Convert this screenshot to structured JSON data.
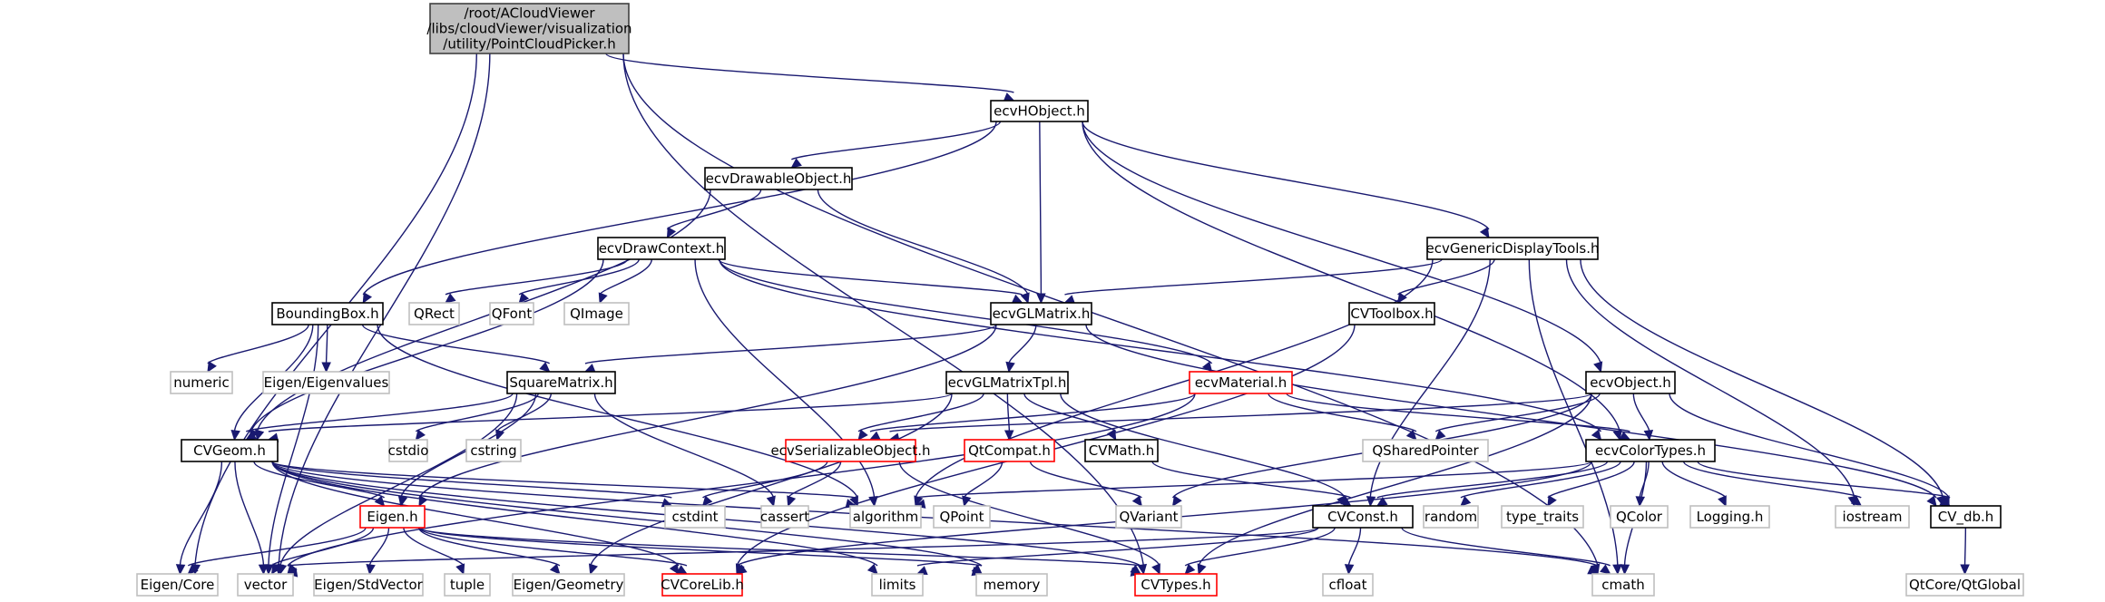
{
  "title": "Include dependency graph for PointCloudPicker.h",
  "colors": {
    "edge": "#191970",
    "root_fill": "#bfbfbf",
    "root_border": "#404040",
    "documented_border": "#000000",
    "undocumented_border": "#ff0000",
    "system_border": "#bfbfbf"
  },
  "nodes": [
    {
      "id": "root",
      "label": [
        "/root/ACloudViewer",
        "/libs/cloudViewer/visualization",
        "/utility/PointCloudPicker.h"
      ],
      "kind": "root"
    },
    {
      "id": "ecvHObject",
      "label": [
        "ecvHObject.h"
      ],
      "kind": "doc"
    },
    {
      "id": "ecvDrawableObject",
      "label": [
        "ecvDrawableObject.h"
      ],
      "kind": "doc"
    },
    {
      "id": "ecvDrawContext",
      "label": [
        "ecvDrawContext.h"
      ],
      "kind": "doc"
    },
    {
      "id": "ecvGenericDisplayTools",
      "label": [
        "ecvGenericDisplayTools.h"
      ],
      "kind": "doc"
    },
    {
      "id": "BoundingBox",
      "label": [
        "BoundingBox.h"
      ],
      "kind": "doc"
    },
    {
      "id": "QRect",
      "label": [
        "QRect"
      ],
      "kind": "sys"
    },
    {
      "id": "QFont",
      "label": [
        "QFont"
      ],
      "kind": "sys"
    },
    {
      "id": "QImage",
      "label": [
        "QImage"
      ],
      "kind": "sys"
    },
    {
      "id": "ecvGLMatrix",
      "label": [
        "ecvGLMatrix.h"
      ],
      "kind": "doc"
    },
    {
      "id": "CVToolbox",
      "label": [
        "CVToolbox.h"
      ],
      "kind": "doc"
    },
    {
      "id": "numeric",
      "label": [
        "numeric"
      ],
      "kind": "sys"
    },
    {
      "id": "EigenEigenvalues",
      "label": [
        "Eigen/Eigenvalues"
      ],
      "kind": "sys"
    },
    {
      "id": "SquareMatrix",
      "label": [
        "SquareMatrix.h"
      ],
      "kind": "doc"
    },
    {
      "id": "ecvGLMatrixTpl",
      "label": [
        "ecvGLMatrixTpl.h"
      ],
      "kind": "doc"
    },
    {
      "id": "ecvMaterial",
      "label": [
        "ecvMaterial.h"
      ],
      "kind": "red"
    },
    {
      "id": "ecvObject",
      "label": [
        "ecvObject.h"
      ],
      "kind": "doc"
    },
    {
      "id": "CVGeom",
      "label": [
        "CVGeom.h"
      ],
      "kind": "doc"
    },
    {
      "id": "cstdio",
      "label": [
        "cstdio"
      ],
      "kind": "sys"
    },
    {
      "id": "cstring",
      "label": [
        "cstring"
      ],
      "kind": "sys"
    },
    {
      "id": "ecvSerializableObject",
      "label": [
        "ecvSerializableObject.h"
      ],
      "kind": "red"
    },
    {
      "id": "QtCompat",
      "label": [
        "QtCompat.h"
      ],
      "kind": "red"
    },
    {
      "id": "CVMath",
      "label": [
        "CVMath.h"
      ],
      "kind": "doc"
    },
    {
      "id": "QSharedPointer",
      "label": [
        "QSharedPointer"
      ],
      "kind": "sys"
    },
    {
      "id": "ecvColorTypes",
      "label": [
        "ecvColorTypes.h"
      ],
      "kind": "doc"
    },
    {
      "id": "EigenH",
      "label": [
        "Eigen.h"
      ],
      "kind": "red"
    },
    {
      "id": "cstdint",
      "label": [
        "cstdint"
      ],
      "kind": "sys"
    },
    {
      "id": "cassert",
      "label": [
        "cassert"
      ],
      "kind": "sys"
    },
    {
      "id": "algorithm",
      "label": [
        "algorithm"
      ],
      "kind": "sys"
    },
    {
      "id": "QPoint",
      "label": [
        "QPoint"
      ],
      "kind": "sys"
    },
    {
      "id": "QVariant",
      "label": [
        "QVariant"
      ],
      "kind": "sys"
    },
    {
      "id": "CVConst",
      "label": [
        "CVConst.h"
      ],
      "kind": "doc"
    },
    {
      "id": "random",
      "label": [
        "random"
      ],
      "kind": "sys"
    },
    {
      "id": "type_traits",
      "label": [
        "type_traits"
      ],
      "kind": "sys"
    },
    {
      "id": "QColor",
      "label": [
        "QColor"
      ],
      "kind": "sys"
    },
    {
      "id": "Logging",
      "label": [
        "Logging.h"
      ],
      "kind": "sys"
    },
    {
      "id": "iostream",
      "label": [
        "iostream"
      ],
      "kind": "sys"
    },
    {
      "id": "CV_db",
      "label": [
        "CV_db.h"
      ],
      "kind": "doc"
    },
    {
      "id": "EigenCore",
      "label": [
        "Eigen/Core"
      ],
      "kind": "sys"
    },
    {
      "id": "vector",
      "label": [
        "vector"
      ],
      "kind": "sys"
    },
    {
      "id": "EigenStdVector",
      "label": [
        "Eigen/StdVector"
      ],
      "kind": "sys"
    },
    {
      "id": "tuple",
      "label": [
        "tuple"
      ],
      "kind": "sys"
    },
    {
      "id": "EigenGeometry",
      "label": [
        "Eigen/Geometry"
      ],
      "kind": "sys"
    },
    {
      "id": "CVCoreLib",
      "label": [
        "CVCoreLib.h"
      ],
      "kind": "red"
    },
    {
      "id": "limits",
      "label": [
        "limits"
      ],
      "kind": "sys"
    },
    {
      "id": "memory",
      "label": [
        "memory"
      ],
      "kind": "sys"
    },
    {
      "id": "CVTypes",
      "label": [
        "CVTypes.h"
      ],
      "kind": "red"
    },
    {
      "id": "cfloat",
      "label": [
        "cfloat"
      ],
      "kind": "sys"
    },
    {
      "id": "cmath",
      "label": [
        "cmath"
      ],
      "kind": "sys"
    },
    {
      "id": "QtCoreQtGlobal",
      "label": [
        "QtCore/QtGlobal"
      ],
      "kind": "sys"
    }
  ],
  "edges": [
    [
      "root",
      "ecvHObject"
    ],
    [
      "root",
      "EigenCore"
    ],
    [
      "root",
      "vector"
    ],
    [
      "root",
      "CVTypes"
    ],
    [
      "root",
      "cmath"
    ],
    [
      "ecvHObject",
      "ecvDrawableObject"
    ],
    [
      "ecvHObject",
      "BoundingBox"
    ],
    [
      "ecvHObject",
      "ecvGLMatrix"
    ],
    [
      "ecvHObject",
      "ecvGenericDisplayTools"
    ],
    [
      "ecvHObject",
      "ecvObject"
    ],
    [
      "ecvHObject",
      "ecvColorTypes"
    ],
    [
      "ecvDrawableObject",
      "ecvDrawContext"
    ],
    [
      "ecvDrawableObject",
      "ecvGLMatrix"
    ],
    [
      "ecvDrawableObject",
      "CVGeom"
    ],
    [
      "ecvDrawContext",
      "QRect"
    ],
    [
      "ecvDrawContext",
      "QFont"
    ],
    [
      "ecvDrawContext",
      "QImage"
    ],
    [
      "ecvDrawContext",
      "ecvGLMatrix"
    ],
    [
      "ecvDrawContext",
      "ecvMaterial"
    ],
    [
      "ecvDrawContext",
      "CVGeom"
    ],
    [
      "ecvDrawContext",
      "ecvColorTypes"
    ],
    [
      "ecvDrawContext",
      "algorithm"
    ],
    [
      "ecvGenericDisplayTools",
      "ecvGLMatrix"
    ],
    [
      "ecvGenericDisplayTools",
      "CVToolbox"
    ],
    [
      "ecvGenericDisplayTools",
      "CVConst"
    ],
    [
      "ecvGenericDisplayTools",
      "iostream"
    ],
    [
      "ecvGenericDisplayTools",
      "CV_db"
    ],
    [
      "ecvGenericDisplayTools",
      "algorithm"
    ],
    [
      "ecvGenericDisplayTools",
      "cmath"
    ],
    [
      "BoundingBox",
      "numeric"
    ],
    [
      "BoundingBox",
      "EigenEigenvalues"
    ],
    [
      "BoundingBox",
      "SquareMatrix"
    ],
    [
      "BoundingBox",
      "CVGeom"
    ],
    [
      "BoundingBox",
      "algorithm"
    ],
    [
      "BoundingBox",
      "vector"
    ],
    [
      "ecvGLMatrix",
      "SquareMatrix"
    ],
    [
      "ecvGLMatrix",
      "ecvGLMatrixTpl"
    ],
    [
      "ecvGLMatrix",
      "EigenH"
    ],
    [
      "ecvGLMatrix",
      "CV_db"
    ],
    [
      "CVToolbox",
      "CVCoreLib"
    ],
    [
      "SquareMatrix",
      "CVGeom"
    ],
    [
      "SquareMatrix",
      "cstdio"
    ],
    [
      "SquareMatrix",
      "cstring"
    ],
    [
      "SquareMatrix",
      "EigenH"
    ],
    [
      "SquareMatrix",
      "cassert"
    ],
    [
      "SquareMatrix",
      "vector"
    ],
    [
      "ecvGLMatrixTpl",
      "CVGeom"
    ],
    [
      "ecvGLMatrixTpl",
      "ecvSerializableObject"
    ],
    [
      "ecvGLMatrixTpl",
      "QtCompat"
    ],
    [
      "ecvGLMatrixTpl",
      "CVMath"
    ],
    [
      "ecvGLMatrixTpl",
      "CVConst"
    ],
    [
      "ecvGLMatrixTpl",
      "EigenGeometry"
    ],
    [
      "ecvMaterial",
      "ecvSerializableObject"
    ],
    [
      "ecvMaterial",
      "QSharedPointer"
    ],
    [
      "ecvMaterial",
      "ecvColorTypes"
    ],
    [
      "ecvMaterial",
      "vector"
    ],
    [
      "ecvObject",
      "ecvSerializableObject"
    ],
    [
      "ecvObject",
      "QSharedPointer"
    ],
    [
      "ecvObject",
      "ecvColorTypes"
    ],
    [
      "ecvObject",
      "CV_db"
    ],
    [
      "ecvObject",
      "QVariant"
    ],
    [
      "ecvObject",
      "CVTypes"
    ],
    [
      "CVGeom",
      "EigenCore"
    ],
    [
      "CVGeom",
      "vector"
    ],
    [
      "CVGeom",
      "EigenH"
    ],
    [
      "CVGeom",
      "cstdint"
    ],
    [
      "CVGeom",
      "algorithm"
    ],
    [
      "CVGeom",
      "CVCoreLib"
    ],
    [
      "CVGeom",
      "limits"
    ],
    [
      "CVGeom",
      "memory"
    ],
    [
      "CVGeom",
      "CVTypes"
    ],
    [
      "CVGeom",
      "cmath"
    ],
    [
      "ecvSerializableObject",
      "cstdint"
    ],
    [
      "ecvSerializableObject",
      "cassert"
    ],
    [
      "ecvSerializableObject",
      "CVTypes"
    ],
    [
      "QtCompat",
      "QPoint"
    ],
    [
      "QtCompat",
      "QVariant"
    ],
    [
      "CVMath",
      "CVConst"
    ],
    [
      "ecvColorTypes",
      "CVConst"
    ],
    [
      "ecvColorTypes",
      "random"
    ],
    [
      "ecvColorTypes",
      "type_traits"
    ],
    [
      "ecvColorTypes",
      "QColor"
    ],
    [
      "ecvColorTypes",
      "Logging"
    ],
    [
      "ecvColorTypes",
      "iostream"
    ],
    [
      "ecvColorTypes",
      "CV_db"
    ],
    [
      "ecvColorTypes",
      "algorithm"
    ],
    [
      "ecvColorTypes",
      "cmath"
    ],
    [
      "ecvColorTypes",
      "CVCoreLib"
    ],
    [
      "EigenH",
      "EigenCore"
    ],
    [
      "EigenH",
      "vector"
    ],
    [
      "EigenH",
      "EigenStdVector"
    ],
    [
      "EigenH",
      "tuple"
    ],
    [
      "EigenH",
      "EigenGeometry"
    ],
    [
      "EigenH",
      "CVCoreLib"
    ],
    [
      "EigenH",
      "memory"
    ],
    [
      "EigenH",
      "CVTypes"
    ],
    [
      "CVConst",
      "cfloat"
    ],
    [
      "CVConst",
      "cmath"
    ],
    [
      "CVConst",
      "CVTypes"
    ],
    [
      "CVConst",
      "limits"
    ],
    [
      "CVConst",
      "vector"
    ],
    [
      "CV_db",
      "QtCoreQtGlobal"
    ]
  ]
}
